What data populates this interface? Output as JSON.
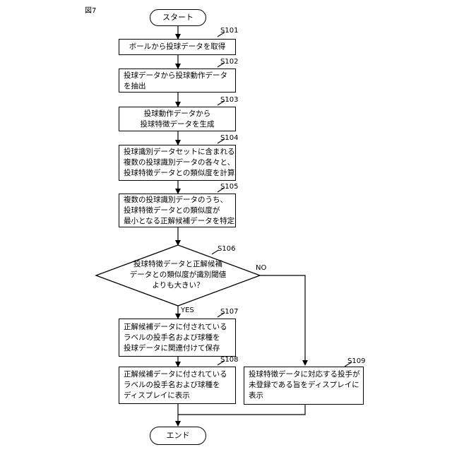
{
  "figure_label": "図7",
  "start": "スタート",
  "end": "エンド",
  "steps": {
    "s101": {
      "id": "S101",
      "lines": [
        "ボールから投球データを取得"
      ]
    },
    "s102": {
      "id": "S102",
      "lines": [
        "投球データから投球動作データ",
        "を抽出"
      ]
    },
    "s103": {
      "id": "S103",
      "lines": [
        "投球動作データから",
        "投球特徴データを生成"
      ]
    },
    "s104": {
      "id": "S104",
      "lines": [
        "投球識別データセットに含まれる",
        "複数の投球識別データの各々と、",
        "投球特徴データとの類似度を計算"
      ]
    },
    "s105": {
      "id": "S105",
      "lines": [
        "複数の投球識別データのうち、",
        "投球特徴データとの類似度が",
        "最小となる正解候補データを特定"
      ]
    },
    "s106": {
      "id": "S106",
      "lines": [
        "投球特徴データと正解候補",
        "データとの類似度が識別閾値",
        "よりも大きい？"
      ]
    },
    "s107": {
      "id": "S107",
      "lines": [
        "正解候補データに付されている",
        "ラベルの投手名および球種を",
        "投球データに関連付けて保存"
      ]
    },
    "s108": {
      "id": "S108",
      "lines": [
        "正解候補データに付されている",
        "ラベルの投手名および球種を",
        "ディスプレイに表示"
      ]
    },
    "s109": {
      "id": "S109",
      "lines": [
        "投球特徴データに対応する投手が",
        "未登録である旨をディスプレイに",
        "表示"
      ]
    }
  },
  "branches": {
    "yes": "YES",
    "no": "NO"
  }
}
